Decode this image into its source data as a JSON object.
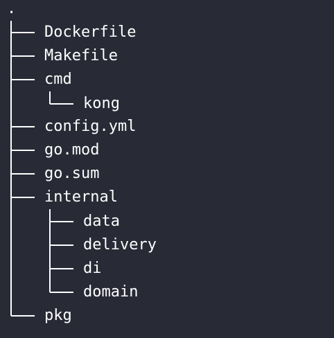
{
  "root": ".",
  "entries": [
    {
      "name": "Dockerfile",
      "depth": 0,
      "last": false
    },
    {
      "name": "Makefile",
      "depth": 0,
      "last": false
    },
    {
      "name": "cmd",
      "depth": 0,
      "last": false
    },
    {
      "name": "kong",
      "depth": 1,
      "last": true
    },
    {
      "name": "config.yml",
      "depth": 0,
      "last": false
    },
    {
      "name": "go.mod",
      "depth": 0,
      "last": false
    },
    {
      "name": "go.sum",
      "depth": 0,
      "last": false
    },
    {
      "name": "internal",
      "depth": 0,
      "last": false
    },
    {
      "name": "data",
      "depth": 1,
      "last": false
    },
    {
      "name": "delivery",
      "depth": 1,
      "last": false
    },
    {
      "name": "di",
      "depth": 1,
      "last": false
    },
    {
      "name": "domain",
      "depth": 1,
      "last": true
    },
    {
      "name": "pkg",
      "depth": 0,
      "last": true
    }
  ],
  "colors": {
    "background": "#282a36",
    "text": "#ffffff"
  }
}
